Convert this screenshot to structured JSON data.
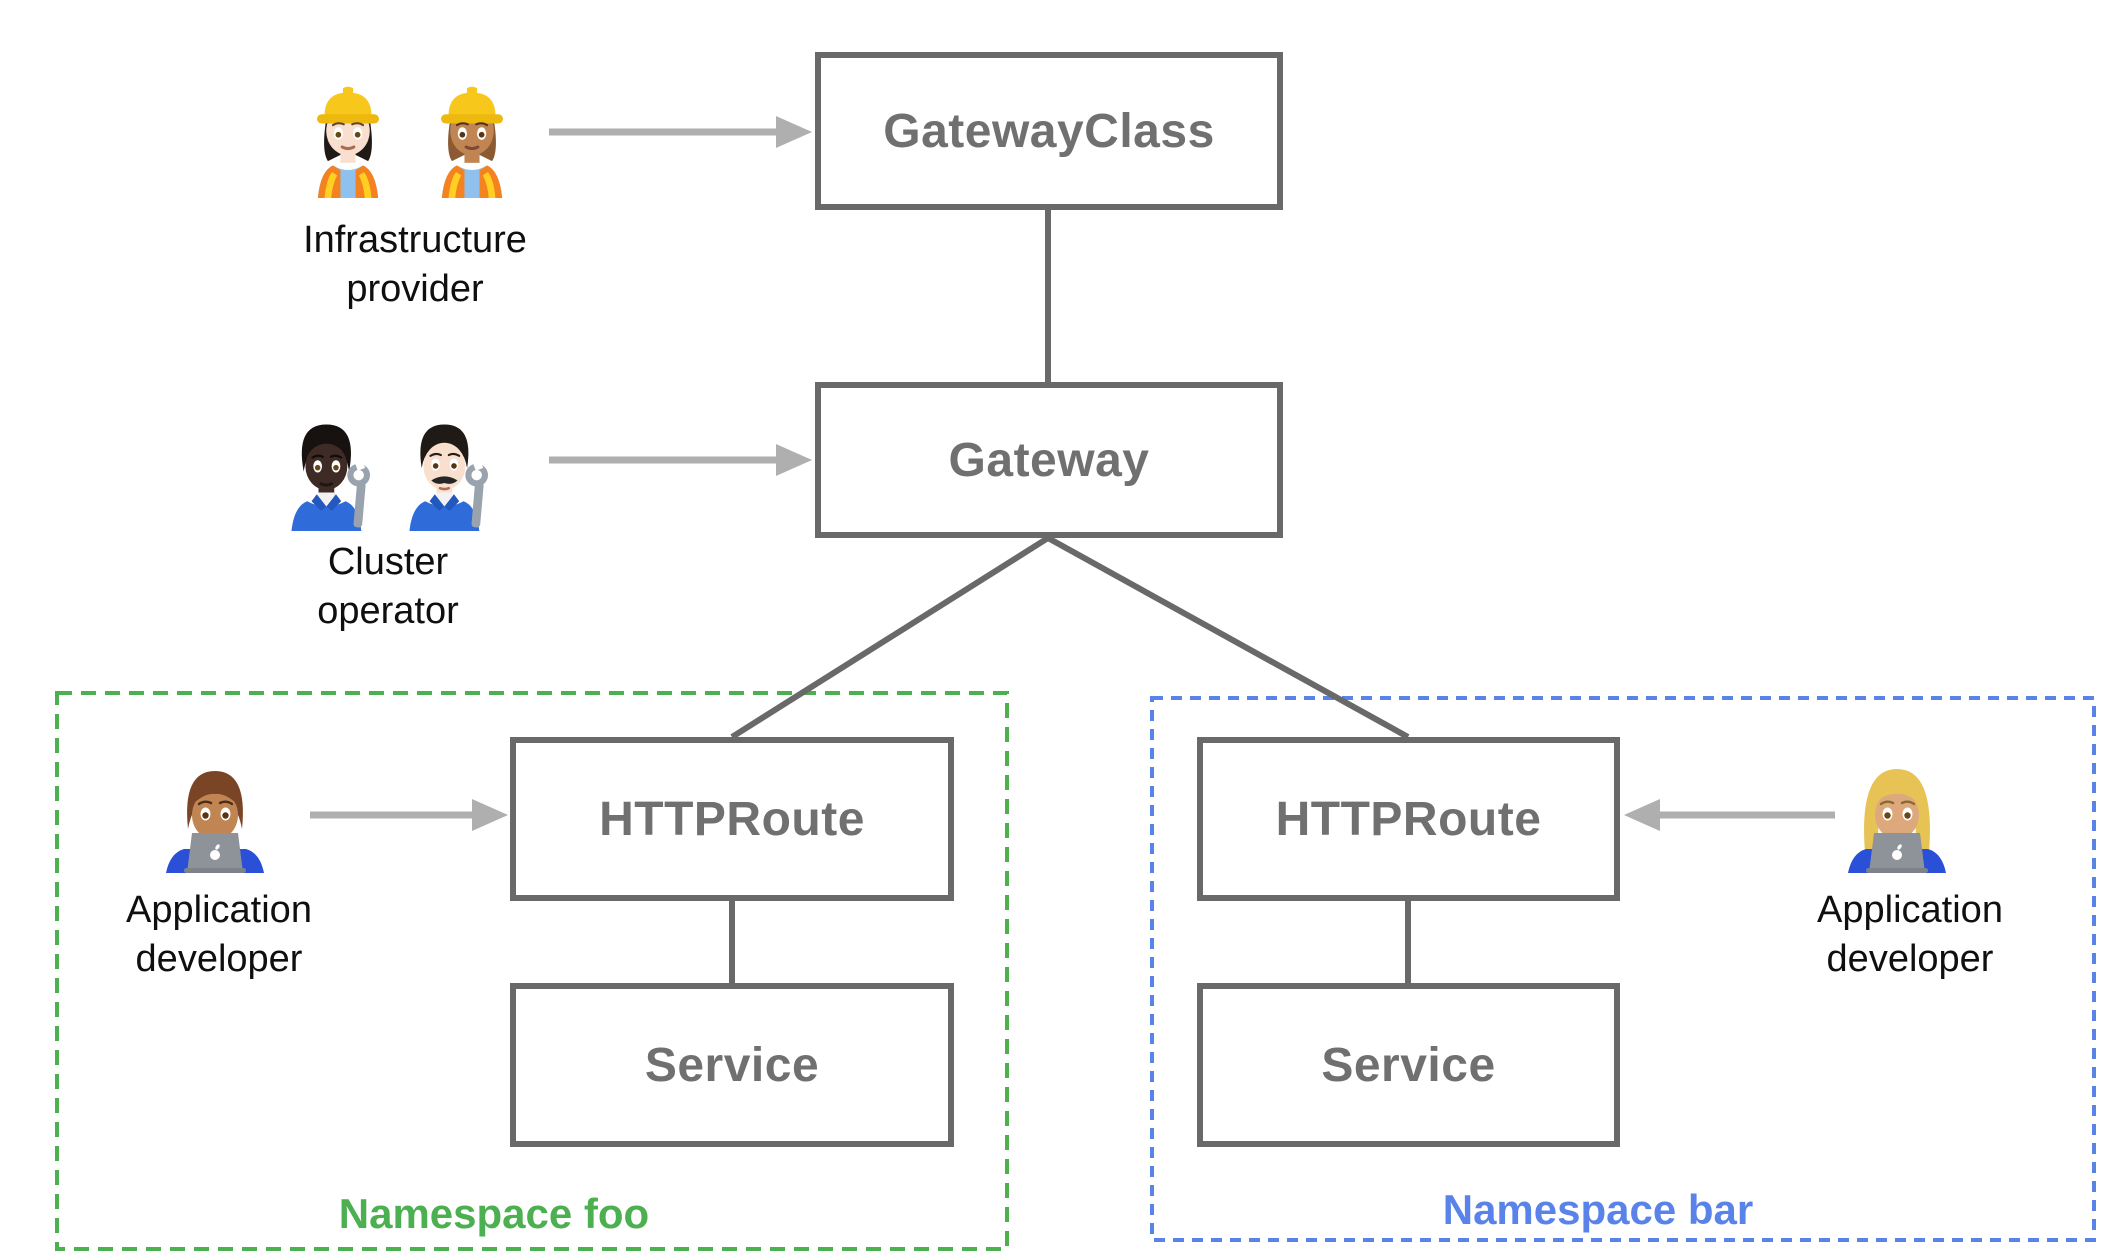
{
  "colors": {
    "box_border": "#696969",
    "box_label": "#707070",
    "connector": "#696969",
    "arrow": "#afafaf",
    "persona_label": "#0f0f0f",
    "namespace_foo_accent": "#4caf50",
    "namespace_bar_accent": "#5a83e9",
    "background": "#ffffff"
  },
  "nodes": {
    "gateway_class": {
      "label": "GatewayClass"
    },
    "gateway": {
      "label": "Gateway"
    },
    "httproute_foo": {
      "label": "HTTPRoute"
    },
    "service_foo": {
      "label": "Service"
    },
    "httproute_bar": {
      "label": "HTTPRoute"
    },
    "service_bar": {
      "label": "Service"
    }
  },
  "namespaces": {
    "foo": {
      "label": "Namespace foo"
    },
    "bar": {
      "label": "Namespace bar"
    }
  },
  "personas": {
    "infrastructure_provider": {
      "label_line1": "Infrastructure",
      "label_line2": "provider",
      "icons": [
        "woman-construction-worker-light-skin-emoji",
        "woman-construction-worker-medium-skin-emoji"
      ]
    },
    "cluster_operator": {
      "label_line1": "Cluster",
      "label_line2": "operator",
      "icons": [
        "mechanic-dark-skin-emoji",
        "man-mechanic-light-skin-emoji"
      ]
    },
    "app_developer_foo": {
      "label_line1": "Application",
      "label_line2": "developer",
      "icons": [
        "man-technologist-medium-skin-emoji"
      ]
    },
    "app_developer_bar": {
      "label_line1": "Application",
      "label_line2": "developer",
      "icons": [
        "woman-technologist-blonde-emoji"
      ]
    }
  },
  "edges": [
    {
      "from": "infrastructure_provider",
      "to": "gateway_class",
      "type": "arrow"
    },
    {
      "from": "cluster_operator",
      "to": "gateway",
      "type": "arrow"
    },
    {
      "from": "app_developer_foo",
      "to": "httproute_foo",
      "type": "arrow"
    },
    {
      "from": "app_developer_bar",
      "to": "httproute_bar",
      "type": "arrow"
    },
    {
      "from": "gateway_class",
      "to": "gateway",
      "type": "line"
    },
    {
      "from": "gateway",
      "to": "httproute_foo",
      "type": "line"
    },
    {
      "from": "gateway",
      "to": "httproute_bar",
      "type": "line"
    },
    {
      "from": "httproute_foo",
      "to": "service_foo",
      "type": "line"
    },
    {
      "from": "httproute_bar",
      "to": "service_bar",
      "type": "line"
    }
  ]
}
